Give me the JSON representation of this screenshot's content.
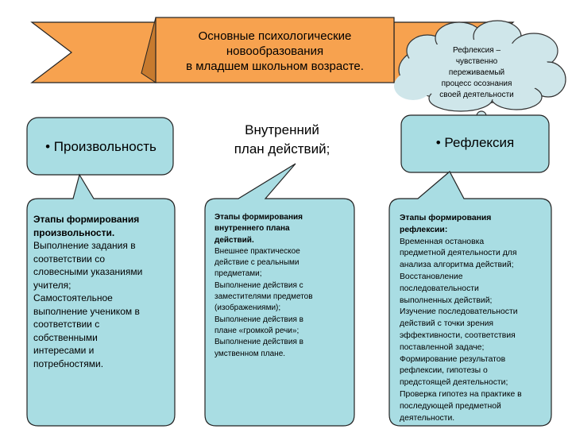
{
  "title": {
    "line1": "Основные психологические",
    "line2": "новообразования",
    "line3": "в младшем школьном возрасте."
  },
  "cloud": {
    "lines": [
      "Рефлексия –",
      "чувственно",
      "переживаемый",
      "процесс осознания",
      "своей деятельности"
    ]
  },
  "columns": [
    {
      "heading": "• Произвольность",
      "body_heading": [
        "Этапы формирования",
        "произвольности."
      ],
      "body": [
        "Выполнение задания в",
        "соответствии со",
        "словесными указаниями",
        "учителя;",
        "Самостоятельное",
        "выполнение учеником в",
        "соответствии с",
        "собственными",
        "интересами и",
        "потребностями."
      ]
    },
    {
      "heading_lines": [
        "Внутренний",
        "план действий;"
      ],
      "body_heading": [
        "Этапы формирования",
        "внутреннего плана",
        "действий."
      ],
      "body": [
        "Внешнее практическое",
        "действие с реальными",
        "предметами;",
        "Выполнение действия с",
        "заместителями предметов",
        "(изображениями);",
        "Выполнение действия в",
        "плане «громкой речи»;",
        "Выполнение действия в",
        "умственном плане."
      ]
    },
    {
      "heading": "• Рефлексия",
      "body_heading": [
        "Этапы формирования",
        "рефлексии:"
      ],
      "body": [
        "Временная остановка",
        "предметной деятельности для",
        "анализа алгоритма действий;",
        "Восстановление",
        "последовательности",
        "выполненных действий;",
        "Изучение последовательности",
        "действий с точки зрения",
        "эффективности, соответствия",
        "поставленной задаче;",
        "Формирование результатов",
        "рефлексии, гипотезы о",
        "предстоящей деятельности;",
        "Проверка гипотез на практике в",
        "последующей предметной",
        "деятельности."
      ]
    }
  ],
  "colors": {
    "ribbon": "#f7a24f",
    "box_fill": "#a9dde3",
    "cloud_fill": "#cfe6ea",
    "outline": "#222222"
  }
}
